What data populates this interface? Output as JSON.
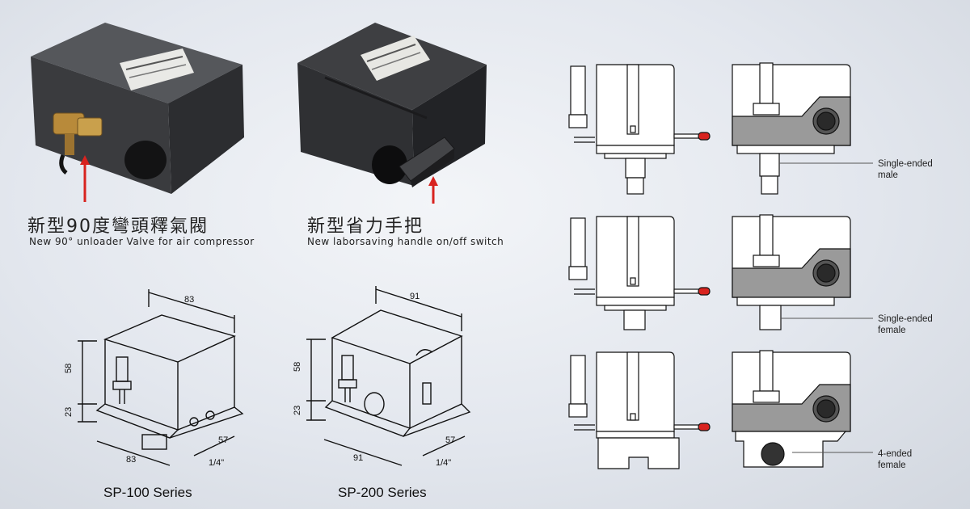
{
  "product_photos": [
    {
      "caption_zh": "新型90度彎頭釋氣閥",
      "caption_en": "New 90° unloader Valve for air compressor"
    },
    {
      "caption_zh": "新型省力手把",
      "caption_en": "New laborsaving handle on/off switch"
    }
  ],
  "series_drawings": [
    {
      "title": "SP-100 Series",
      "dims": {
        "length": "83",
        "width": "57",
        "height_top": "58",
        "height_bottom": "23",
        "length_bottom": "83",
        "port": "1/4\""
      }
    },
    {
      "title": "SP-200 Series",
      "dims": {
        "length": "91",
        "width": "57",
        "height_top": "58",
        "height_bottom": "23",
        "length_bottom": "91",
        "port": "1/4\""
      }
    }
  ],
  "variants": [
    {
      "label_line1": "Single-ended",
      "label_line2": "male"
    },
    {
      "label_line1": "Single-ended",
      "label_line2": "female"
    },
    {
      "label_line1": "4-ended",
      "label_line2": "female"
    }
  ],
  "colors": {
    "housing_dark": "#2a2b2e",
    "accent_red": "#d8231f",
    "body_gray": "#9a9a9a"
  }
}
